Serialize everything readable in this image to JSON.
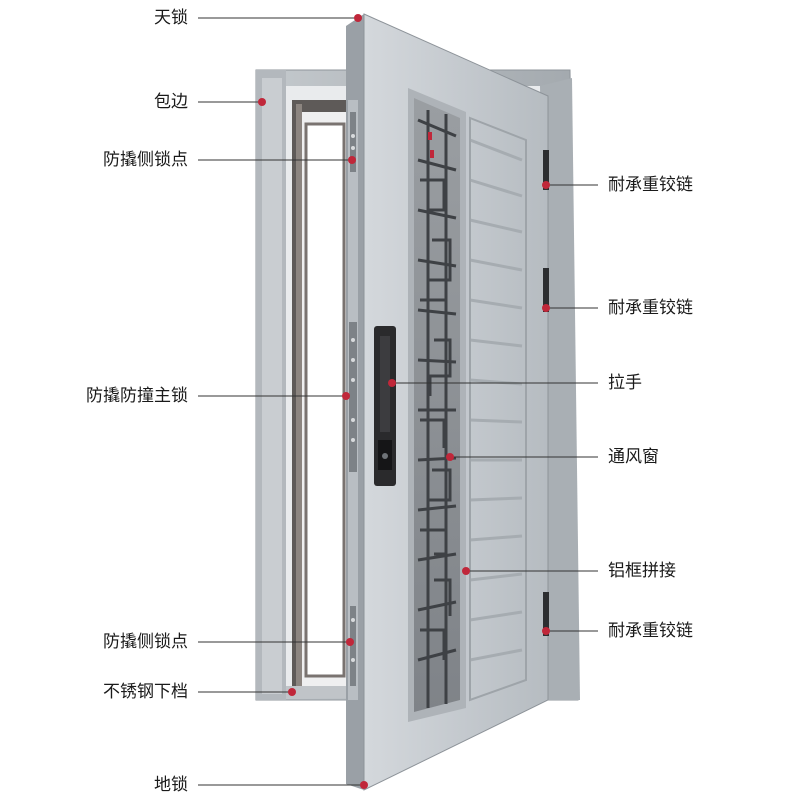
{
  "diagram": {
    "colors": {
      "door_face": "#c9ced3",
      "door_edge": "#9aa1a7",
      "frame": "#b7bcc1",
      "frame_dark": "#8f959b",
      "grille": "#4a4d51",
      "marker": "#c0273a",
      "line": "#333333"
    },
    "labels_left": [
      {
        "key": "top_lock",
        "text": "天锁"
      },
      {
        "key": "trim",
        "text": "包边"
      },
      {
        "key": "anti_pry_side_top",
        "text": "防撬侧锁点"
      },
      {
        "key": "main_lock",
        "text": "防撬防撞主锁"
      },
      {
        "key": "anti_pry_side_bottom",
        "text": "防撬侧锁点"
      },
      {
        "key": "steel_bottom",
        "text": "不锈钢下档"
      },
      {
        "key": "ground_lock",
        "text": "地锁"
      }
    ],
    "labels_right": [
      {
        "key": "hinge_1",
        "text": "耐承重铰链"
      },
      {
        "key": "hinge_2",
        "text": "耐承重铰链"
      },
      {
        "key": "handle",
        "text": "拉手"
      },
      {
        "key": "vent_window",
        "text": "通风窗"
      },
      {
        "key": "aluminum_frame",
        "text": "铝框拼接"
      },
      {
        "key": "hinge_3",
        "text": "耐承重铰链"
      }
    ]
  }
}
